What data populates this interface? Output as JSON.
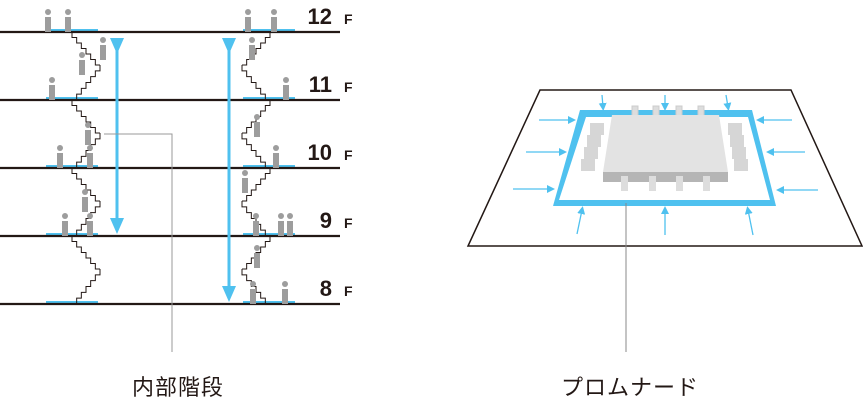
{
  "left_diagram": {
    "caption": "内部階段",
    "floors": [
      {
        "num": "12",
        "unit": "F"
      },
      {
        "num": "11",
        "unit": "F"
      },
      {
        "num": "10",
        "unit": "F"
      },
      {
        "num": "9",
        "unit": "F"
      },
      {
        "num": "8",
        "unit": "F"
      }
    ]
  },
  "right_diagram": {
    "caption": "プロムナード"
  },
  "colors": {
    "accent_blue": "#4fc1ef",
    "line": "#231815",
    "person": "#9d9d9d",
    "block_top": "#e3e3e3",
    "block_side": "#b5b5b5"
  }
}
